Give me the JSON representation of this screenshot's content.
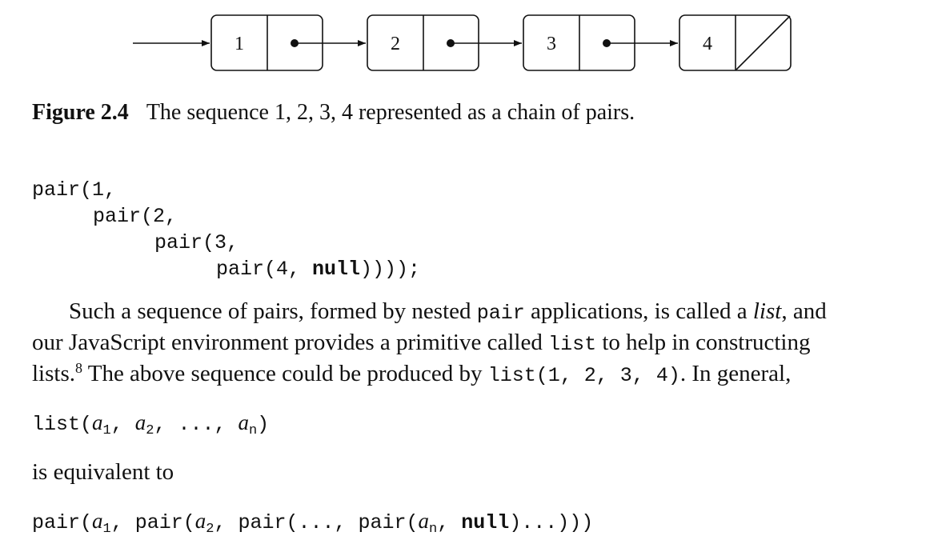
{
  "diagram": {
    "cells": [
      "1",
      "2",
      "3",
      "4"
    ]
  },
  "caption": {
    "label": "Figure 2.4",
    "text": "The sequence 1, 2, 3, 4 represented as a chain of pairs."
  },
  "code_block": {
    "line1": "pair(1,",
    "line2": "pair(2,",
    "line3": "pair(3,",
    "line4_a": "pair(4, ",
    "line4_null": "null",
    "line4_b": "))));"
  },
  "paragraph": {
    "p1": "Such a sequence of pairs, formed by nested ",
    "p1_code": "pair",
    "p2": " applications, is called a ",
    "p2_em": "list",
    "p3": ", and",
    "p4": "our JavaScript environment provides a primitive called ",
    "p4_code": "list",
    "p5": " to help in constructing",
    "p6": "lists.",
    "p6_sup": "8",
    "p7": " The above sequence could be produced by ",
    "p7_code": "list(1, 2, 3, 4)",
    "p8": ". In general,"
  },
  "list_expr": {
    "fn": "list(",
    "a": "a",
    "sub1": "1",
    "sep1": ", ",
    "sub2": "2",
    "sep2": ", ..., ",
    "subn": "n",
    "close": ")"
  },
  "equivalent_text": "is equivalent to",
  "pair_expr": {
    "p1": "pair(",
    "a": "a",
    "sub1": "1",
    "p2": ", pair(",
    "sub2": "2",
    "p3": ", pair(..., pair(",
    "subn": "n",
    "p4": ", ",
    "null": "null",
    "p5": ")...)))"
  }
}
